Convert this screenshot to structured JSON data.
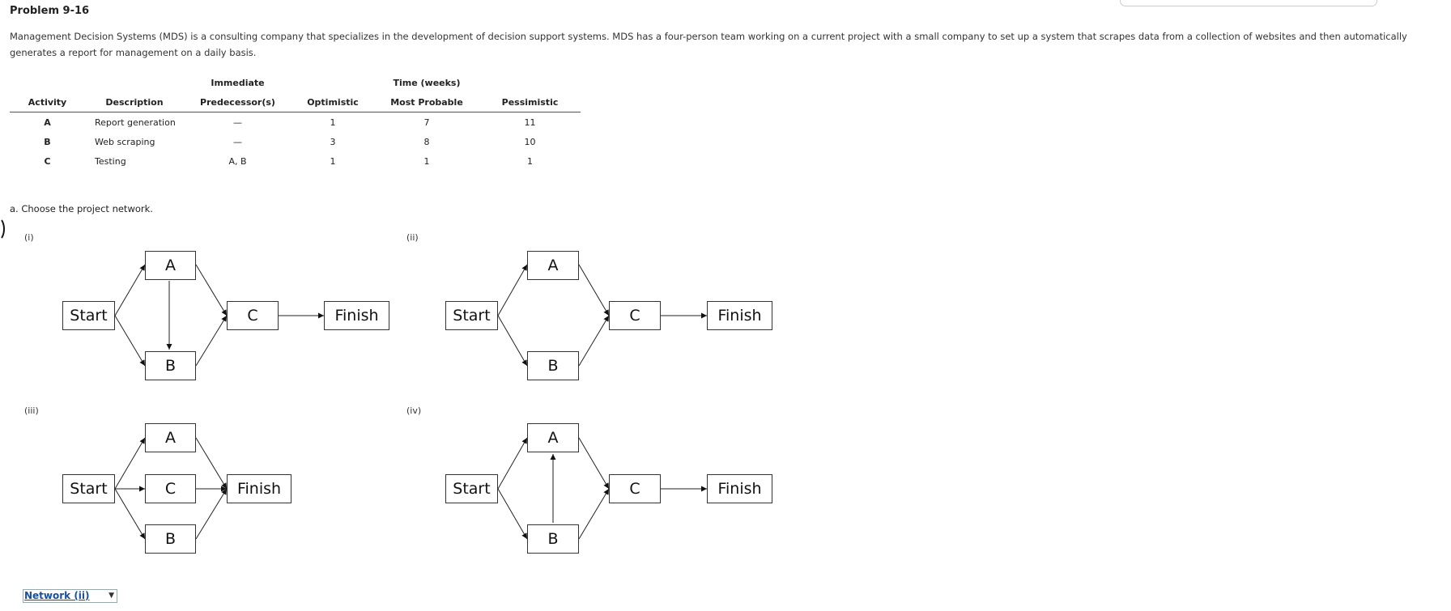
{
  "problem_title": "Problem 9-16",
  "intro_text": "Management Decision Systems (MDS) is a consulting company that specializes in the development of decision support systems. MDS has a four-person team working on a current project with a small company to set up a system that scrapes data from a collection of websites and then automatically generates a report for management on a daily basis.",
  "table": {
    "group_headers": {
      "immediate": "Immediate",
      "time": "Time (weeks)"
    },
    "columns": [
      "Activity",
      "Description",
      "Predecessor(s)",
      "Optimistic",
      "Most Probable",
      "Pessimistic"
    ],
    "rows": [
      {
        "activity": "A",
        "description": "Report generation",
        "predecessors": "—",
        "optimistic": "1",
        "most_probable": "7",
        "pessimistic": "11"
      },
      {
        "activity": "B",
        "description": "Web scraping",
        "predecessors": "—",
        "optimistic": "3",
        "most_probable": "8",
        "pessimistic": "10"
      },
      {
        "activity": "C",
        "description": "Testing",
        "predecessors": "A, B",
        "optimistic": "1",
        "most_probable": "1",
        "pessimistic": "1"
      }
    ]
  },
  "question": "a. Choose the project network.",
  "networks": [
    {
      "label": "(i)",
      "nodes": {
        "start": "Start",
        "a": "A",
        "b": "B",
        "c": "C",
        "finish": "Finish"
      }
    },
    {
      "label": "(ii)",
      "nodes": {
        "start": "Start",
        "a": "A",
        "b": "B",
        "c": "C",
        "finish": "Finish"
      }
    },
    {
      "label": "(iii)",
      "nodes": {
        "start": "Start",
        "a": "A",
        "c": "C",
        "b": "B",
        "finish": "Finish"
      }
    },
    {
      "label": "(iv)",
      "nodes": {
        "start": "Start",
        "a": "A",
        "b": "B",
        "c": "C",
        "finish": "Finish"
      }
    }
  ],
  "answer_select": {
    "value": "Network (ii)",
    "icon": "chevron-down-icon"
  }
}
